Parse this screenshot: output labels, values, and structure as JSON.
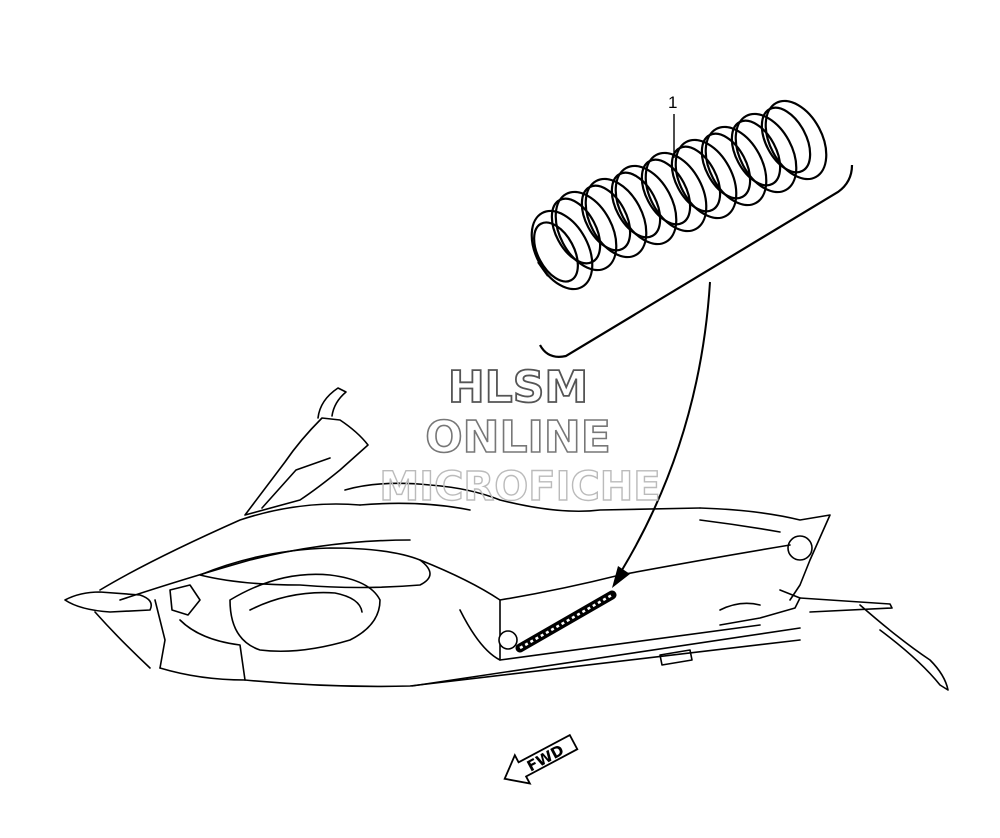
{
  "diagram": {
    "callouts": [
      {
        "label": "1"
      }
    ],
    "watermark": {
      "line1": "HLSM",
      "line2": "ONLINE",
      "line3": "MICROFICHE"
    },
    "direction_arrow": {
      "label": "FWD"
    }
  }
}
